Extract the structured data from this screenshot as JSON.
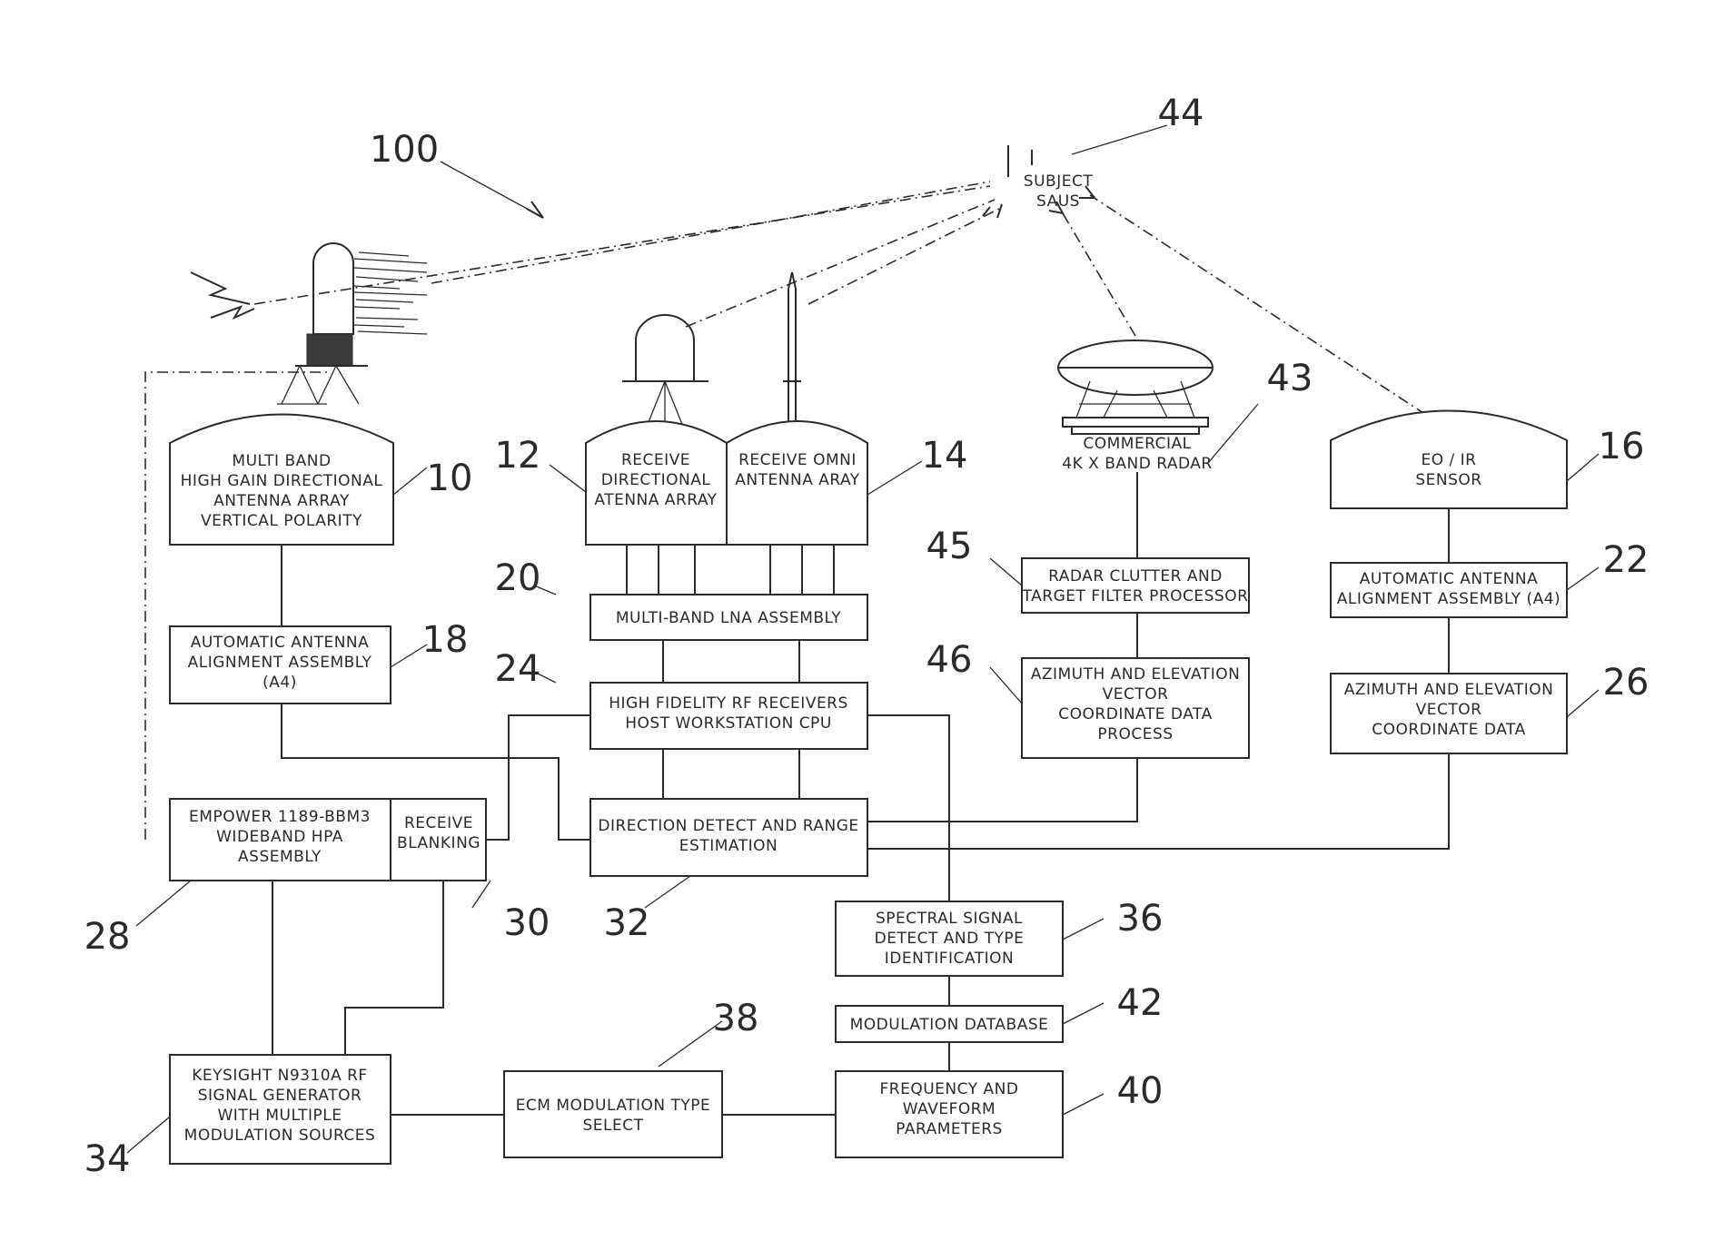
{
  "figure_number": "100",
  "target": {
    "number": "44",
    "label": [
      "SUBJECT",
      "SAUS"
    ]
  },
  "blocks": [
    {
      "id": "b10",
      "number": "10",
      "lines": [
        "MULTI BAND",
        "HIGH GAIN DIRECTIONAL",
        "ANTENNA ARRAY",
        "VERTICAL POLARITY"
      ]
    },
    {
      "id": "b12",
      "number": "12",
      "lines": [
        "RECEIVE",
        "DIRECTIONAL",
        "ATENNA ARRAY"
      ]
    },
    {
      "id": "b14",
      "number": "14",
      "lines": [
        "RECEIVE OMNI",
        "ANTENNA ARAY"
      ]
    },
    {
      "id": "b43",
      "number": "43",
      "lines": [
        "COMMERCIAL",
        "4K X BAND RADAR"
      ]
    },
    {
      "id": "b16",
      "number": "16",
      "lines": [
        "EO / IR",
        "SENSOR"
      ]
    },
    {
      "id": "b20",
      "number": "20",
      "lines": [
        "MULTI-BAND LNA ASSEMBLY"
      ]
    },
    {
      "id": "b18",
      "number": "18",
      "lines": [
        "AUTOMATIC ANTENNA",
        "ALIGNMENT ASSEMBLY",
        "(A4)"
      ]
    },
    {
      "id": "b45",
      "number": "45",
      "lines": [
        "RADAR CLUTTER AND",
        "TARGET FILTER PROCESSOR"
      ]
    },
    {
      "id": "b22",
      "number": "22",
      "lines": [
        "AUTOMATIC ANTENNA",
        "ALIGNMENT ASSEMBLY (A4)"
      ]
    },
    {
      "id": "b24",
      "number": "24",
      "lines": [
        "HIGH FIDELITY RF RECEIVERS",
        "HOST WORKSTATION CPU"
      ]
    },
    {
      "id": "b46",
      "number": "46",
      "lines": [
        "AZIMUTH AND ELEVATION",
        "VECTOR",
        "COORDINATE DATA",
        "PROCESS"
      ]
    },
    {
      "id": "b26",
      "number": "26",
      "lines": [
        "AZIMUTH AND ELEVATION",
        "VECTOR",
        "COORDINATE DATA"
      ]
    },
    {
      "id": "b28",
      "number": "28",
      "lines": [
        "EMPOWER 1189-BBM3",
        "WIDEBAND HPA",
        "ASSEMBLY"
      ]
    },
    {
      "id": "b30",
      "number": "30",
      "lines": [
        "RECEIVE",
        "BLANKING"
      ]
    },
    {
      "id": "b32",
      "number": "32",
      "lines": [
        "DIRECTION DETECT AND RANGE",
        "ESTIMATION"
      ]
    },
    {
      "id": "b36",
      "number": "36",
      "lines": [
        "SPECTRAL SIGNAL",
        "DETECT AND TYPE",
        "IDENTIFICATION"
      ]
    },
    {
      "id": "b42",
      "number": "42",
      "lines": [
        "MODULATION DATABASE"
      ]
    },
    {
      "id": "b34",
      "number": "34",
      "lines": [
        "KEYSIGHT N9310A RF",
        "SIGNAL GENERATOR",
        "WITH MULTIPLE",
        "MODULATION SOURCES"
      ]
    },
    {
      "id": "b38",
      "number": "38",
      "lines": [
        "ECM MODULATION TYPE",
        "SELECT"
      ]
    },
    {
      "id": "b40",
      "number": "40",
      "lines": [
        "FREQUENCY AND",
        "WAVEFORM",
        "PARAMETERS"
      ]
    }
  ]
}
